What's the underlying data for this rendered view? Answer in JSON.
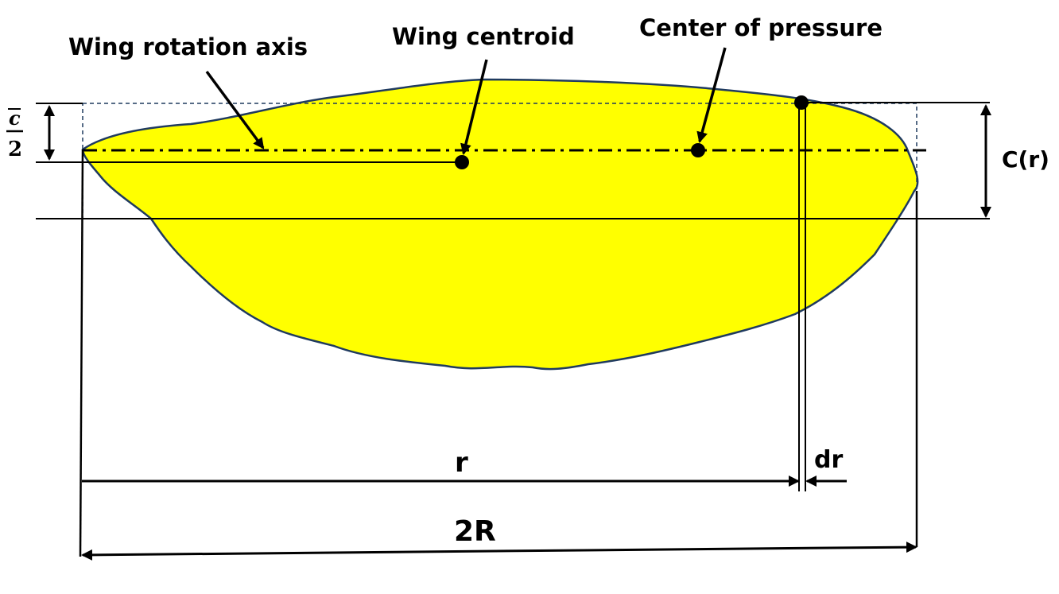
{
  "labels": {
    "rotation_axis": "Wing rotation axis",
    "centroid": "Wing centroid",
    "center_of_pressure": "Center of pressure",
    "half_chord_num": "c",
    "half_chord_den": "2",
    "chord": "C(r)",
    "radius": "r",
    "strip": "dr",
    "span": "2R"
  },
  "colors": {
    "wing_fill": "#ffff00",
    "wing_outline": "#1f3a5f",
    "box_dash": "#1f3a5f",
    "ink": "#000000"
  }
}
